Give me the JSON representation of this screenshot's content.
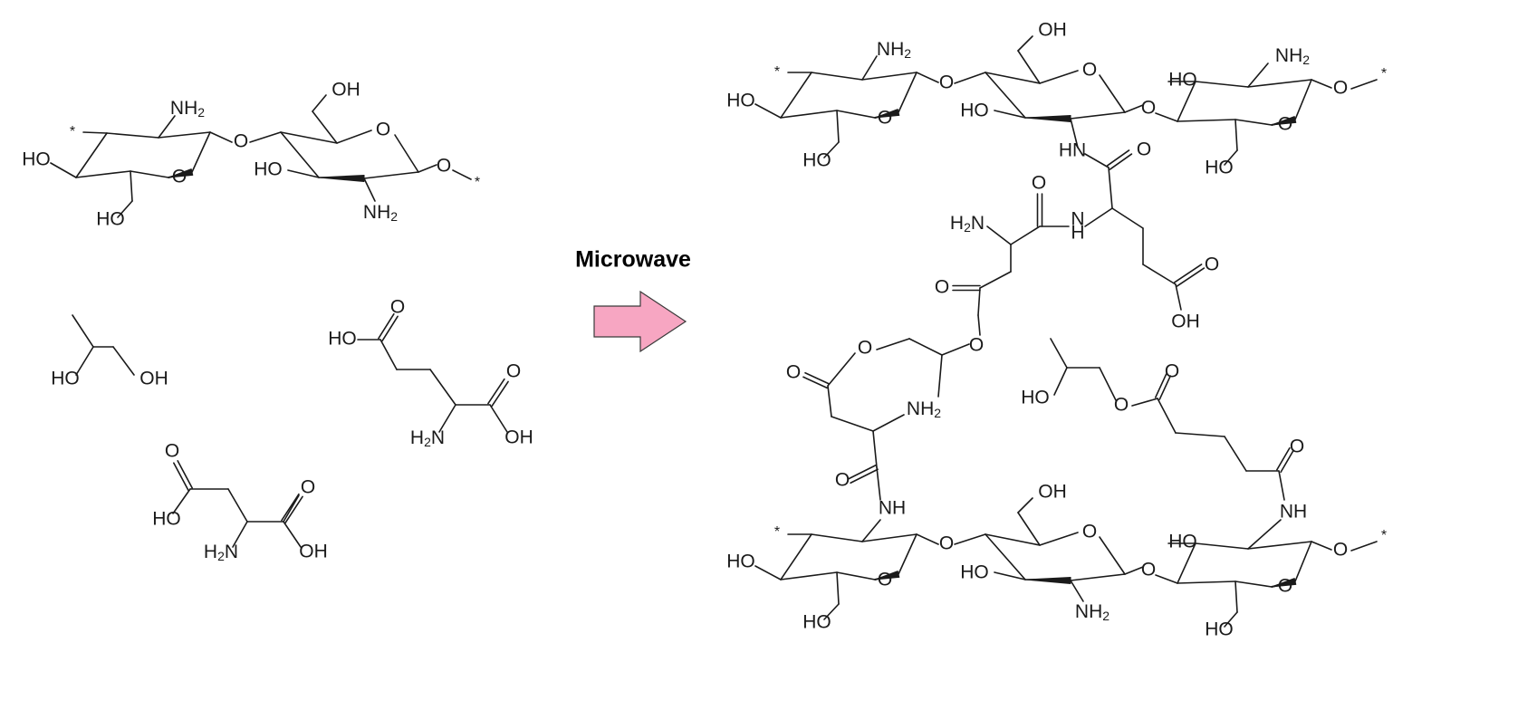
{
  "reaction": {
    "condition_label": "Microwave",
    "arrow_color": "#f7a6c2"
  },
  "atoms": {
    "NH2": "NH2",
    "HO": "HO",
    "OH": "OH",
    "O": "O",
    "HN": "HN",
    "NH": "NH",
    "H2N": "H2N",
    "H": "H",
    "N": "N",
    "star": "*"
  },
  "reactants": [
    "chitosan",
    "propylene glycol",
    "glutamic acid",
    "aspartic acid"
  ],
  "product": "crosslinked chitosan network"
}
